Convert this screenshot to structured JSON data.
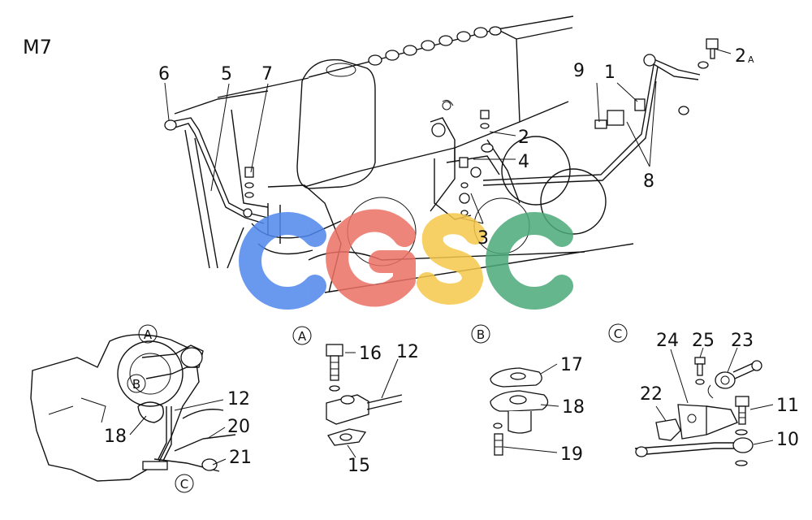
{
  "diagram": {
    "figure_code": "M7",
    "labels": {
      "l_1": "1",
      "l_2": "2",
      "l_2a": "2",
      "l_2a_suffix": "A",
      "l_3": "3",
      "l_4": "4",
      "l_5": "5",
      "l_6": "6",
      "l_7": "7",
      "l_8": "8",
      "l_9": "9",
      "l_10": "10",
      "l_11": "11",
      "l_12_main": "12",
      "l_12_a": "12",
      "l_15": "15",
      "l_16": "16",
      "l_17": "17",
      "l_18_main": "18",
      "l_18_b": "18",
      "l_19": "19",
      "l_20": "20",
      "l_21": "21",
      "l_22": "22",
      "l_23": "23",
      "l_24": "24",
      "l_25": "25"
    },
    "section_markers": {
      "a_main": "A",
      "b_main": "B",
      "c_main": "C",
      "a_detail": "A",
      "b_detail": "B",
      "c_detail": "C"
    },
    "watermark": {
      "text": "CGSC",
      "colors": [
        "#4f86ec",
        "#ec7064",
        "#f5c84a",
        "#4caa7a"
      ]
    }
  }
}
